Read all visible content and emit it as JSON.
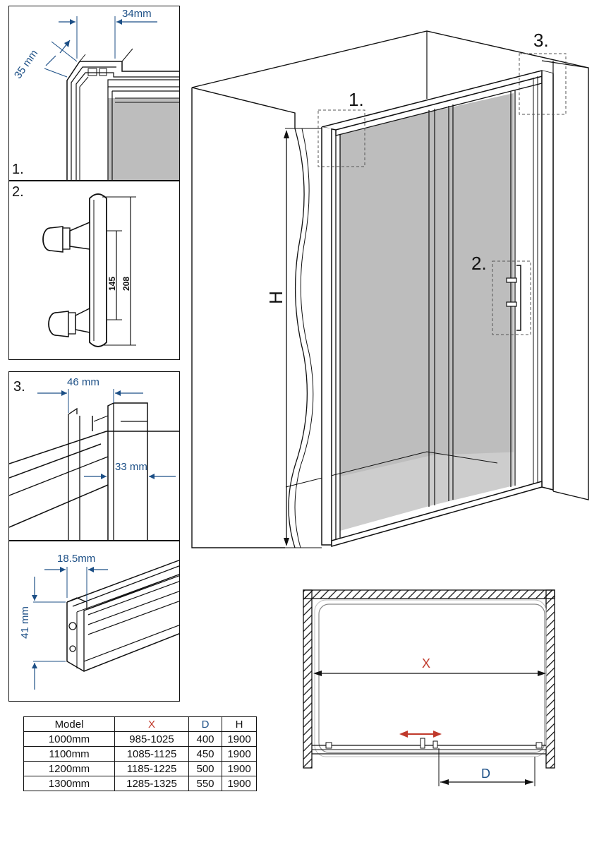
{
  "details": {
    "d1": {
      "label": "1.",
      "dim_width": "34mm",
      "dim_depth": "35 mm"
    },
    "d2": {
      "label": "2.",
      "dim_inner": "145",
      "dim_outer": "208"
    },
    "d3": {
      "label": "3.",
      "dim_width": "46 mm",
      "dim_depth": "33 mm"
    },
    "d4": {
      "dim_width": "18.5mm",
      "dim_height": "41 mm"
    }
  },
  "main": {
    "callout_1": "1.",
    "callout_2": "2.",
    "callout_3": "3.",
    "height_label": "H"
  },
  "plan": {
    "x_label": "X",
    "d_label": "D"
  },
  "table": {
    "headers": [
      "Model",
      "X",
      "D",
      "H"
    ],
    "rows": [
      [
        "1000mm",
        "985-1025",
        "400",
        "1900"
      ],
      [
        "1100mm",
        "1085-1125",
        "450",
        "1900"
      ],
      [
        "1200mm",
        "1185-1225",
        "500",
        "1900"
      ],
      [
        "1300mm",
        "1285-1325",
        "550",
        "1900"
      ]
    ]
  },
  "colors": {
    "dimension": "#1c4f86",
    "x_accent": "#c0392b",
    "glass": "#bdbdbd"
  }
}
